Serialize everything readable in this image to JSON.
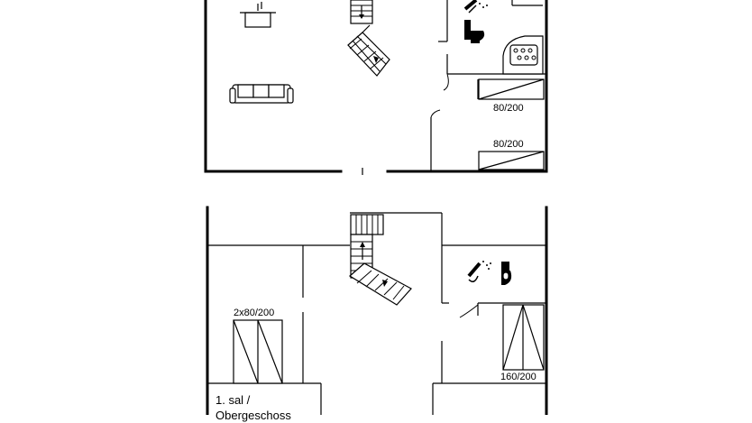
{
  "upper_plan": {
    "bed_label_1": "80/200",
    "bed_label_2": "80/200"
  },
  "lower_plan": {
    "bed_label_twin": "2x80/200",
    "bed_label_double": "160/200",
    "floor_label_line1": "1. sal /",
    "floor_label_line2": "Obergeschoss"
  },
  "icons": [
    "stove-icon",
    "sofa-icon",
    "toilet-icon",
    "shower-icon",
    "stair-arrow-icon"
  ]
}
